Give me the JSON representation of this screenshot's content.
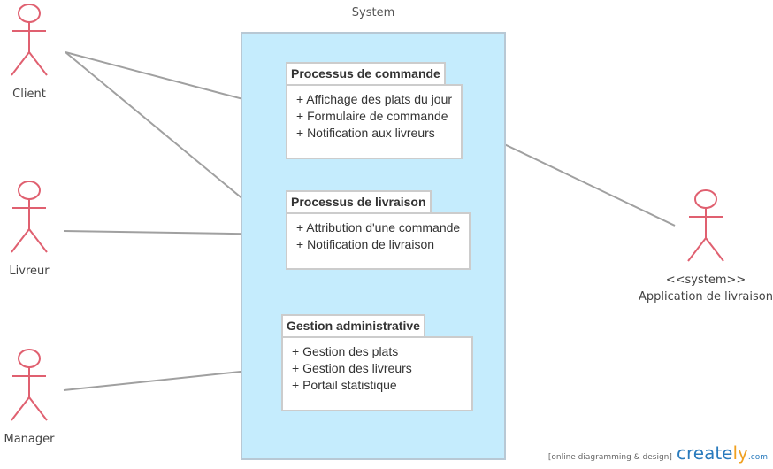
{
  "system": {
    "label": "System"
  },
  "actors": {
    "client": "Client",
    "livreur": "Livreur",
    "manager": "Manager",
    "app_stereotype": "<<system>>",
    "app_name": "Application de livraison"
  },
  "packages": [
    {
      "title": "Processus de commande",
      "items": [
        "+ Affichage des plats du jour",
        "+ Formulaire de commande",
        "+ Notification aux livreurs"
      ]
    },
    {
      "title": "Processus de livraison",
      "items": [
        "+ Attribution d'une commande",
        "+ Notification de livraison"
      ]
    },
    {
      "title": "Gestion administrative",
      "items": [
        "+ Gestion des plats",
        "+ Gestion des livreurs",
        "+ Portail statistique"
      ]
    }
  ],
  "watermark": {
    "tagline": "[online diagramming & design]",
    "brand_a": "create",
    "brand_b": "ly",
    "domain": ".com"
  },
  "colors": {
    "actor": "#e06070",
    "system_fill": "#c5ecfd",
    "connector": "#a0a0a0"
  }
}
